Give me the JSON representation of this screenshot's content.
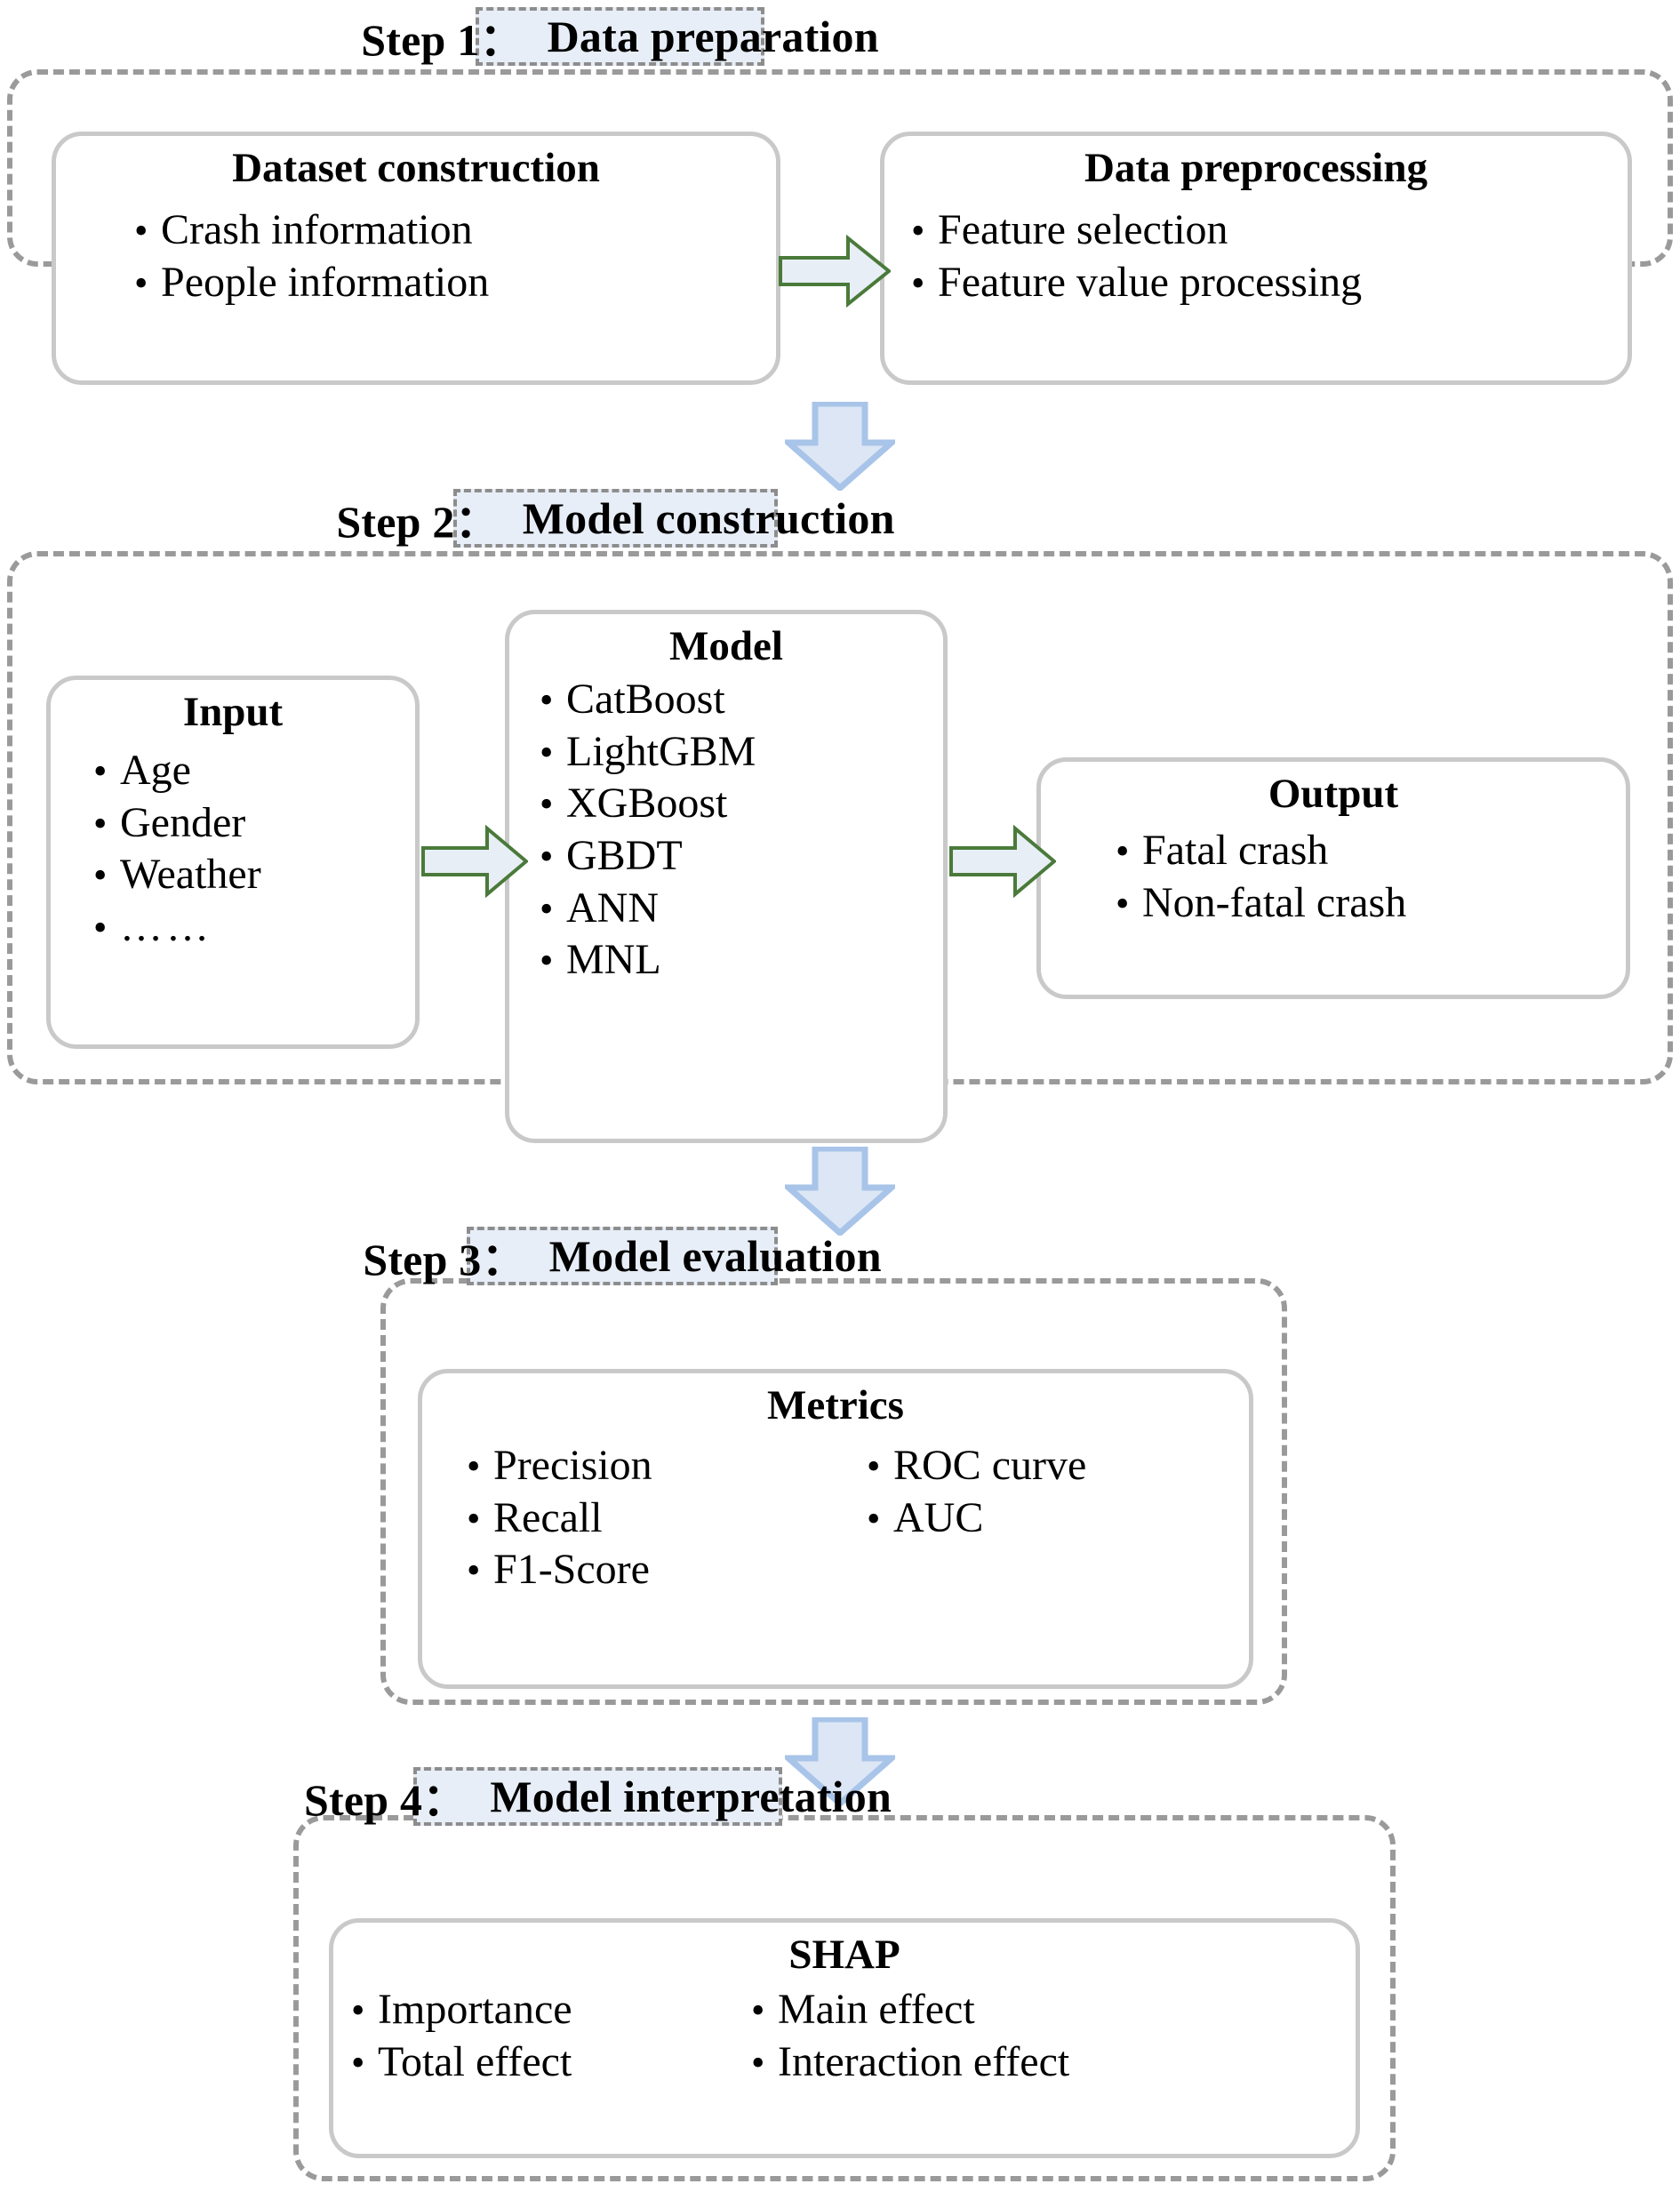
{
  "figure": {
    "type": "flowchart",
    "orientation": "vertical",
    "accent_panel_color": "#e8eef7",
    "dashed_border_color": "#9a9a9a",
    "card_border_color": "#c9c9c9",
    "green_arrow_stroke": "#4a7a3a",
    "green_arrow_fill": "#e8eef5",
    "blue_arrow_stroke": "#a8c4e8",
    "blue_arrow_fill": "#dce6f5"
  },
  "steps": [
    {
      "id": "step1",
      "num": "Step 1：",
      "name": "Data preparation",
      "cards": [
        {
          "id": "dataset-construction",
          "title": "Dataset construction",
          "items": [
            "Crash information",
            "People information"
          ]
        },
        {
          "id": "data-preprocessing",
          "title": "Data preprocessing",
          "items": [
            "Feature selection",
            "Feature value processing"
          ]
        }
      ]
    },
    {
      "id": "step2",
      "num": "Step 2：",
      "name": "Model construction",
      "cards": [
        {
          "id": "input",
          "title": "Input",
          "items": [
            "Age",
            "Gender",
            "Weather",
            "……"
          ]
        },
        {
          "id": "model",
          "title": "Model",
          "items": [
            "CatBoost",
            "LightGBM",
            "XGBoost",
            "GBDT",
            "ANN",
            "MNL"
          ]
        },
        {
          "id": "output",
          "title": "Output",
          "items": [
            "Fatal crash",
            "Non-fatal crash"
          ]
        }
      ]
    },
    {
      "id": "step3",
      "num": "Step 3：",
      "name": "Model evaluation",
      "cards": [
        {
          "id": "metrics",
          "title": "Metrics",
          "columns": [
            [
              "Precision",
              "Recall",
              "F1-Score"
            ],
            [
              "ROC curve",
              "AUC"
            ]
          ]
        }
      ]
    },
    {
      "id": "step4",
      "num": "Step 4：",
      "name": "Model interpretation",
      "cards": [
        {
          "id": "shap",
          "title": "SHAP",
          "columns": [
            [
              "Importance",
              "Total effect"
            ],
            [
              "Main effect",
              "Interaction effect"
            ]
          ]
        }
      ]
    }
  ],
  "bullet_glyph": "•"
}
